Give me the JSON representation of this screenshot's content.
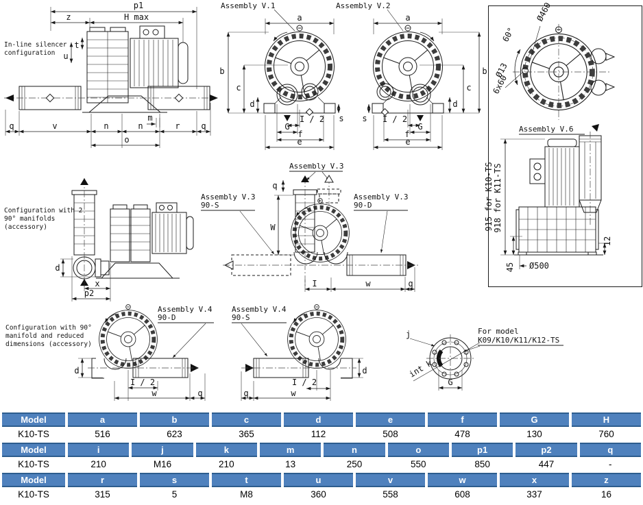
{
  "colors": {
    "header_bg": "#4f81bd",
    "header_border": "#2d5d8e",
    "ink": "#1a1a1a"
  },
  "drawings": {
    "dims": {
      "a": "a",
      "b": "b",
      "c": "c",
      "d": "d",
      "e": "e",
      "f": "f",
      "G": "G",
      "s": "s",
      "q": "q",
      "w": "w",
      "W": "W",
      "x": "x",
      "I": "I",
      "i_half": "I / 2",
      "m": "m",
      "n": "n",
      "o": "o",
      "r": "r",
      "t": "t",
      "u": "u",
      "v": "v",
      "z": "z",
      "p1": "p1",
      "p2": "p2",
      "hmax": "H max",
      "j": "j",
      "int_k": "int k"
    },
    "inline": {
      "caption1": "In-line silencer",
      "caption2": "configuration"
    },
    "v1_title": "Assembly V.1",
    "v2_title": "Assembly V.2",
    "topview": {
      "bolt_circle": "Ø460",
      "angle": "60°",
      "hole": "Ø13",
      "pattern": "6x60"
    },
    "v6": {
      "title": "Assembly V.6",
      "height_k10": "915 for K10-TS",
      "height_k11": "918 for K11-TS",
      "h45": "45",
      "base_dia": "Ø500",
      "h12": "12"
    },
    "manifolds": {
      "caption1": "Configuration with 2",
      "caption2": "90° manifolds",
      "caption3": "(accessory)"
    },
    "v3": {
      "title": "Assembly V.3",
      "s_title": "Assembly V.3",
      "s_sub": "90-S",
      "d_title": "Assembly V.3",
      "d_sub": "90-D"
    },
    "reduced": {
      "caption1": "Configuration with 90°",
      "caption2": "manifold and reduced",
      "caption3": "dimensions (accessory)"
    },
    "v4d": {
      "title": "Assembly V.4",
      "sub": "90-D"
    },
    "v4s": {
      "title": "Assembly V.4",
      "sub": "90-S"
    },
    "flange": {
      "note1": "For model",
      "note2": "K09/K10/K11/K12-TS"
    }
  },
  "table": {
    "groups": [
      {
        "headers": [
          "Model",
          "a",
          "b",
          "c",
          "d",
          "e",
          "f",
          "G",
          "H"
        ],
        "row": [
          "K10-TS",
          "516",
          "623",
          "365",
          "112",
          "508",
          "478",
          "130",
          "760"
        ]
      },
      {
        "headers": [
          "Model",
          "i",
          "j",
          "k",
          "m",
          "n",
          "o",
          "p1",
          "p2",
          "q"
        ],
        "row": [
          "K10-TS",
          "210",
          "M16",
          "210",
          "13",
          "250",
          "550",
          "850",
          "447",
          "-"
        ]
      },
      {
        "headers": [
          "Model",
          "r",
          "s",
          "t",
          "u",
          "v",
          "w",
          "x",
          "z"
        ],
        "row": [
          "K10-TS",
          "315",
          "5",
          "M8",
          "360",
          "558",
          "608",
          "337",
          "16"
        ]
      }
    ]
  }
}
